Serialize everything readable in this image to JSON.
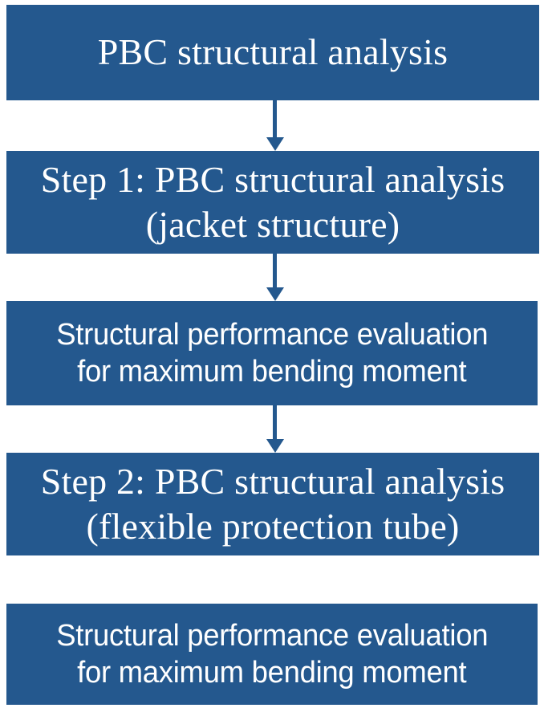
{
  "diagram": {
    "title": "PBC structural analysis workflow",
    "type": "flowchart",
    "orientation": "vertical",
    "colors": {
      "node_fill": "#24588e",
      "node_text": "#ffffff",
      "connector": "#24588e",
      "background": "#ffffff"
    },
    "nodes": [
      {
        "id": "node-1",
        "name": "pbc-structural-analysis",
        "font": "serif",
        "lines": [
          "PBC structural analysis"
        ]
      },
      {
        "id": "node-2",
        "name": "step-1-jacket-structure",
        "font": "serif",
        "lines": [
          "Step 1: PBC structural analysis",
          "(jacket structure)"
        ]
      },
      {
        "id": "node-3",
        "name": "evaluation-after-step-1",
        "font": "sans",
        "lines": [
          "Structural performance evaluation",
          "for maximum bending moment"
        ]
      },
      {
        "id": "node-4",
        "name": "step-2-flexible-protection-tube",
        "font": "serif",
        "lines": [
          "Step 2: PBC structural analysis",
          "(flexible protection tube)"
        ]
      },
      {
        "id": "node-5",
        "name": "evaluation-after-step-2",
        "font": "sans",
        "lines": [
          "Structural performance evaluation",
          "for maximum bending moment"
        ]
      }
    ],
    "connectors": [
      {
        "id": "conn-1",
        "name": "arrow-node1-to-node2",
        "from": "node-1",
        "to": "node-2",
        "glyph": "down-arrow-icon"
      },
      {
        "id": "conn-2",
        "name": "arrow-node2-to-node3",
        "from": "node-2",
        "to": "node-3",
        "glyph": "down-arrow-icon"
      },
      {
        "id": "conn-3",
        "name": "arrow-node3-to-node4",
        "from": "node-3",
        "to": "node-4",
        "glyph": "down-arrow-icon"
      }
    ]
  }
}
